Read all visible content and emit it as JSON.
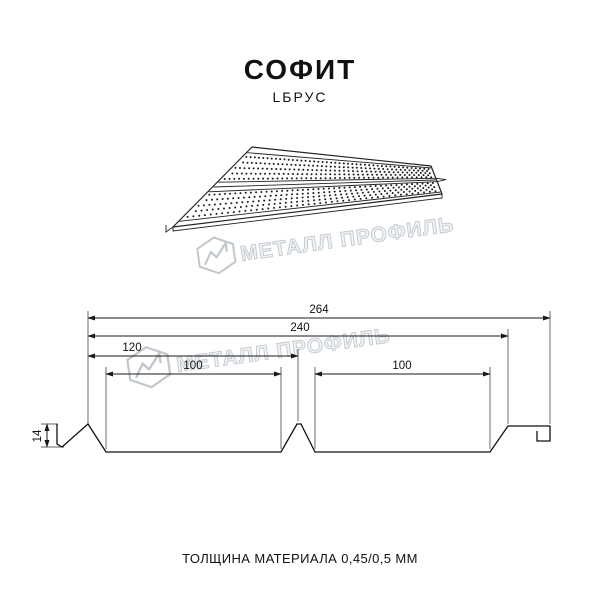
{
  "header": {
    "title": "СОФИТ",
    "subtitle": "LБРУС"
  },
  "footer": {
    "caption": "ТОЛЩИНА МАТЕРИАЛА 0,45/0,5 ММ"
  },
  "watermark": {
    "text": "МЕТАЛЛ ПРОФИЛЬ"
  },
  "dimensions": {
    "total_width": "264",
    "working_width": "240",
    "half_width": "120",
    "face_left": "100",
    "face_right": "100",
    "height": "14"
  },
  "colors": {
    "line": "#1a1a1a",
    "watermark": "#c2c8ce",
    "background": "#ffffff"
  }
}
